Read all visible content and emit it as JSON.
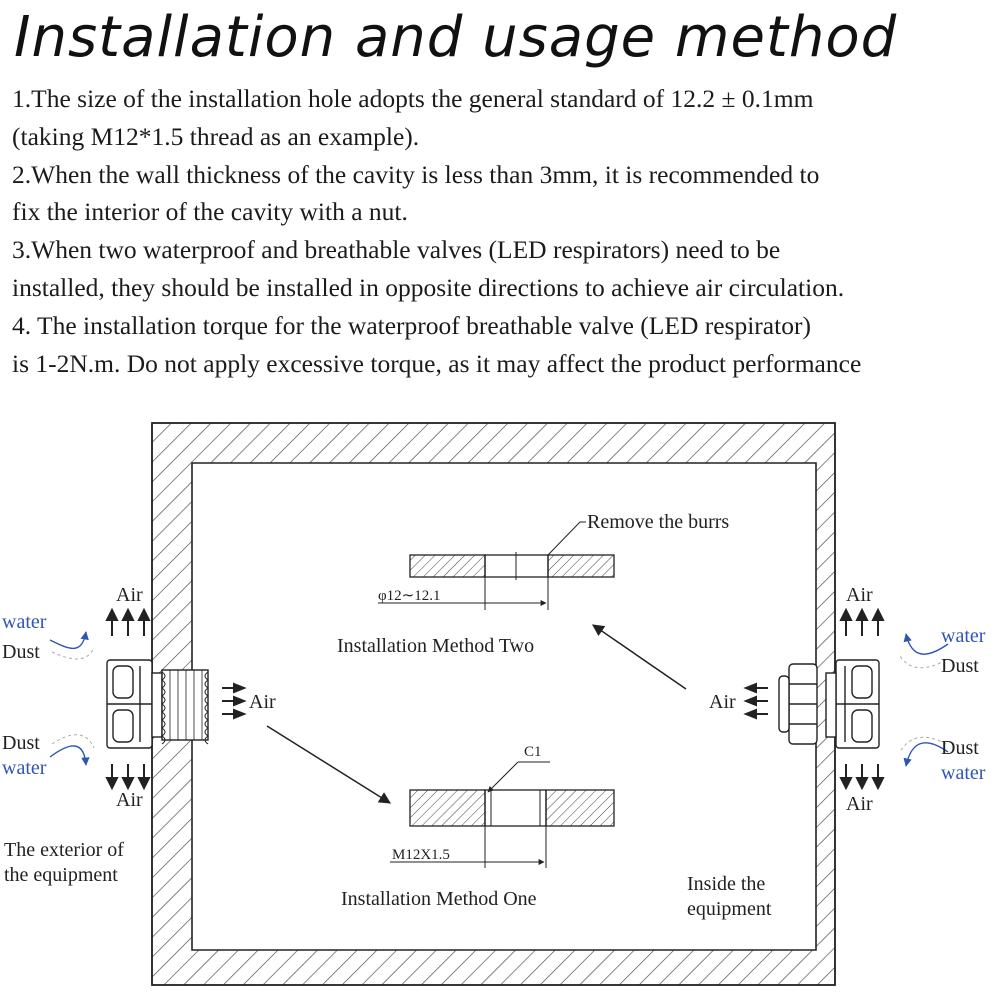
{
  "title": "Installation and usage method",
  "instructions": [
    "1.The size of the installation hole adopts the general standard of 12.2 ± 0.1mm",
    "(taking M12*1.5 thread as an example).",
    "2.When the wall thickness of the cavity is less than 3mm, it is recommended to",
    "fix the interior of the cavity with a nut.",
    "3.When two waterproof and breathable valves (LED respirators) need to be",
    "installed, they should be installed in opposite directions to achieve air circulation.",
    "4. The installation torque for the waterproof breathable valve (LED respirator)",
    "is 1-2N.m. Do not apply excessive torque, as it may affect the product performance"
  ],
  "diagram": {
    "remove_burrs": "Remove the burrs",
    "dim_hole": "φ12∼12.1",
    "method_two": "Installation Method Two",
    "chamfer": "C1",
    "dim_thread": "M12X1.5",
    "method_one": "Installation Method One",
    "inside": [
      "Inside the",
      "equipment"
    ],
    "exterior": [
      "The exterior of",
      "the equipment"
    ],
    "left": {
      "air_top": "Air",
      "water_top": "water",
      "dust_top": "Dust",
      "air_inner": "Air",
      "dust_bottom": "Dust",
      "water_bottom": "water",
      "air_bottom": "Air"
    },
    "right": {
      "air_top": "Air",
      "water_top": "water",
      "dust_top": "Dust",
      "air_inner": "Air",
      "dust_bottom": "Dust",
      "water_bottom": "water",
      "air_bottom": "Air"
    },
    "colors": {
      "water": "#2f55b5",
      "line": "#222222",
      "hatch": "#444444"
    }
  }
}
